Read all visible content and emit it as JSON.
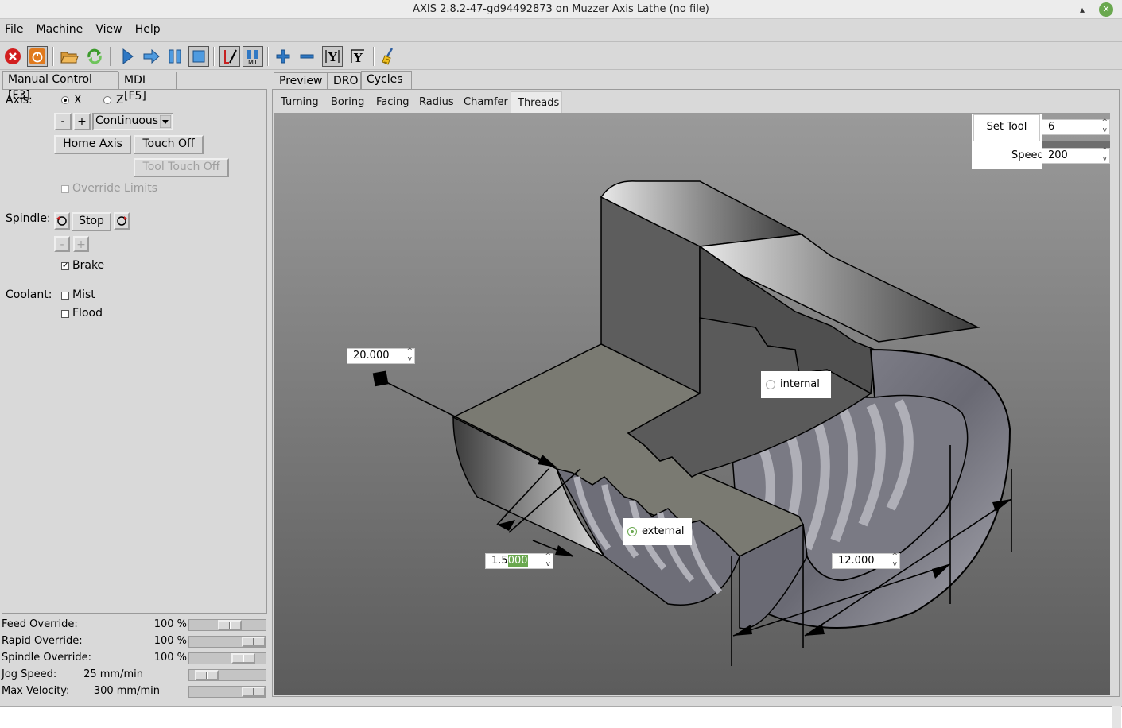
{
  "window": {
    "title": "AXIS 2.8.2-47-gd94492873 on Muzzer Axis Lathe (no file)",
    "min": "–",
    "max": "▴",
    "close": "✕"
  },
  "menu": [
    "File",
    "Machine",
    "View",
    "Help"
  ],
  "left_tabs": [
    "Manual Control [F3]",
    "MDI [F5]"
  ],
  "manual": {
    "axis_label": "Axis:",
    "axis_x": "X",
    "axis_z": "Z",
    "minus": "-",
    "plus": "+",
    "jog_mode": "Continuous",
    "home_axis": "Home Axis",
    "touch_off": "Touch Off",
    "tool_touch_off": "Tool Touch Off",
    "override_limits": "Override Limits",
    "spindle_label": "Spindle:",
    "stop": "Stop",
    "brake": "Brake",
    "coolant_label": "Coolant:",
    "mist": "Mist",
    "flood": "Flood"
  },
  "overrides": [
    {
      "label": "Feed Override:",
      "value": "100 %",
      "level": 0.55
    },
    {
      "label": "Rapid Override:",
      "value": "100 %",
      "level": 1.0
    },
    {
      "label": "Spindle Override:",
      "value": "100 %",
      "level": 0.8
    },
    {
      "label": "Jog Speed:",
      "value": "25 mm/min",
      "level": 0.1
    },
    {
      "label": "Max Velocity:",
      "value": "300 mm/min",
      "level": 1.0
    }
  ],
  "right_tabs": [
    "Preview",
    "DRO",
    "Cycles"
  ],
  "cycle_tabs": [
    "Turning",
    "Boring",
    "Facing",
    "Radius",
    "Chamfer",
    "Threads"
  ],
  "threads": {
    "set_tool": "Set Tool",
    "tool_number": "6",
    "speed_label": "Speed",
    "speed_value": "200",
    "diameter_prefix": "20.000",
    "pitch_a": "1.5",
    "pitch_b": "000",
    "length": "12.000",
    "internal": "internal",
    "external": "external",
    "selected": "external"
  }
}
